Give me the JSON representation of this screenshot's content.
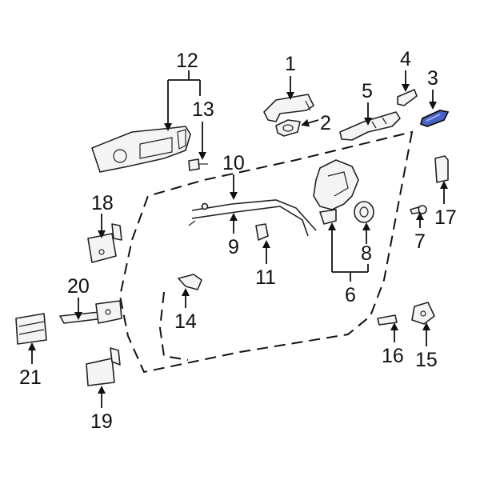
{
  "callouts": {
    "c1": "1",
    "c2": "2",
    "c3": "3",
    "c4": "4",
    "c5": "5",
    "c6": "6",
    "c7": "7",
    "c8": "8",
    "c9": "9",
    "c10": "10",
    "c11": "11",
    "c12": "12",
    "c13": "13",
    "c14": "14",
    "c15": "15",
    "c16": "16",
    "c17": "17",
    "c18": "18",
    "c19": "19",
    "c20": "20",
    "c21": "21"
  },
  "colors": {
    "highlight": "#4a63c9",
    "line": "#111111",
    "background": "#ffffff"
  },
  "highlighted_part": "3"
}
